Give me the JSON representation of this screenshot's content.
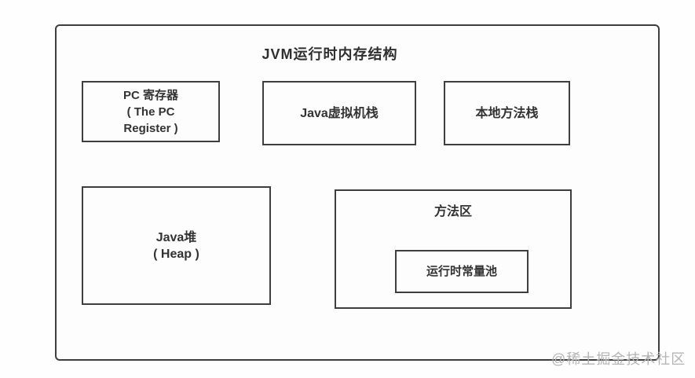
{
  "diagram": {
    "title": "JVM运行时内存结构",
    "boxes": {
      "pc_register": {
        "line1": "PC 寄存器",
        "line2": "( The PC",
        "line3": "Register )"
      },
      "jvm_stack": {
        "label": "Java虚拟机栈"
      },
      "native_stack": {
        "label": "本地方法栈"
      },
      "heap": {
        "line1": "Java堆",
        "line2": "( Heap )"
      },
      "method_area": {
        "label": "方法区"
      },
      "runtime_constant_pool": {
        "label": "运行时常量池"
      }
    }
  },
  "watermark": {
    "text": "@稀土掘金技术社区"
  },
  "colors": {
    "border": "#3e3e3e",
    "text": "#333333",
    "watermark": "#b4b4b4",
    "background": "#fdfdfd"
  }
}
